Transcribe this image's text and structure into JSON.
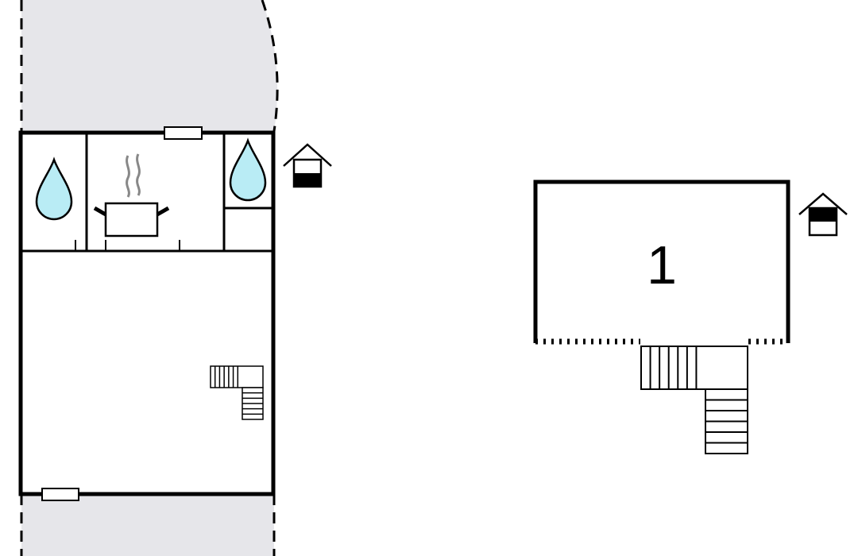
{
  "floor_plan": {
    "ground_floor": {
      "icons": [
        "water-drop-icon",
        "cooking-pot-icon",
        "water-drop-icon",
        "house-icon"
      ],
      "features": [
        "stairs",
        "window",
        "window"
      ]
    },
    "upper_floor": {
      "label": "1",
      "icons": [
        "house-icon"
      ],
      "features": [
        "stairs",
        "balcony-railing"
      ]
    }
  },
  "colors": {
    "wall": "#000000",
    "terrain": "#e6e6ea",
    "water": "#b9ecf5",
    "steam": "#888888"
  }
}
